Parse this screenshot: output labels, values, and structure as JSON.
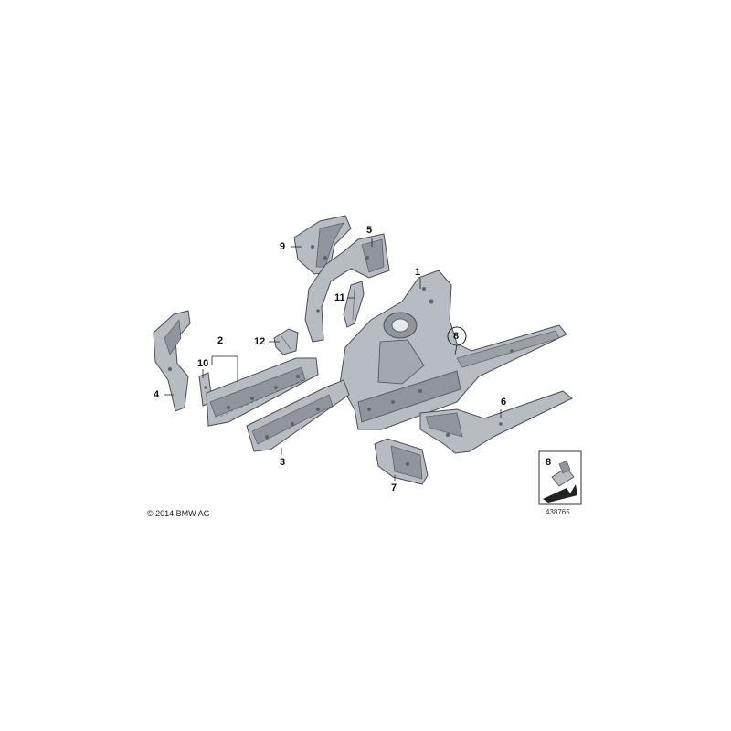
{
  "callouts": {
    "c1": "1",
    "c2": "2",
    "c3": "3",
    "c4": "4",
    "c5": "5",
    "c6": "6",
    "c7": "7",
    "c8": "8",
    "c9": "9",
    "c10": "10",
    "c11": "11",
    "c12": "12"
  },
  "inset": {
    "label": "8"
  },
  "footer": {
    "copyright": "© 2014 BMW AG",
    "reference_number": "438765"
  },
  "colors": {
    "part_fill": "#b7bcc2",
    "part_shade": "#8f959c",
    "part_edge": "#4a4f55",
    "hole": "#5d6268"
  }
}
